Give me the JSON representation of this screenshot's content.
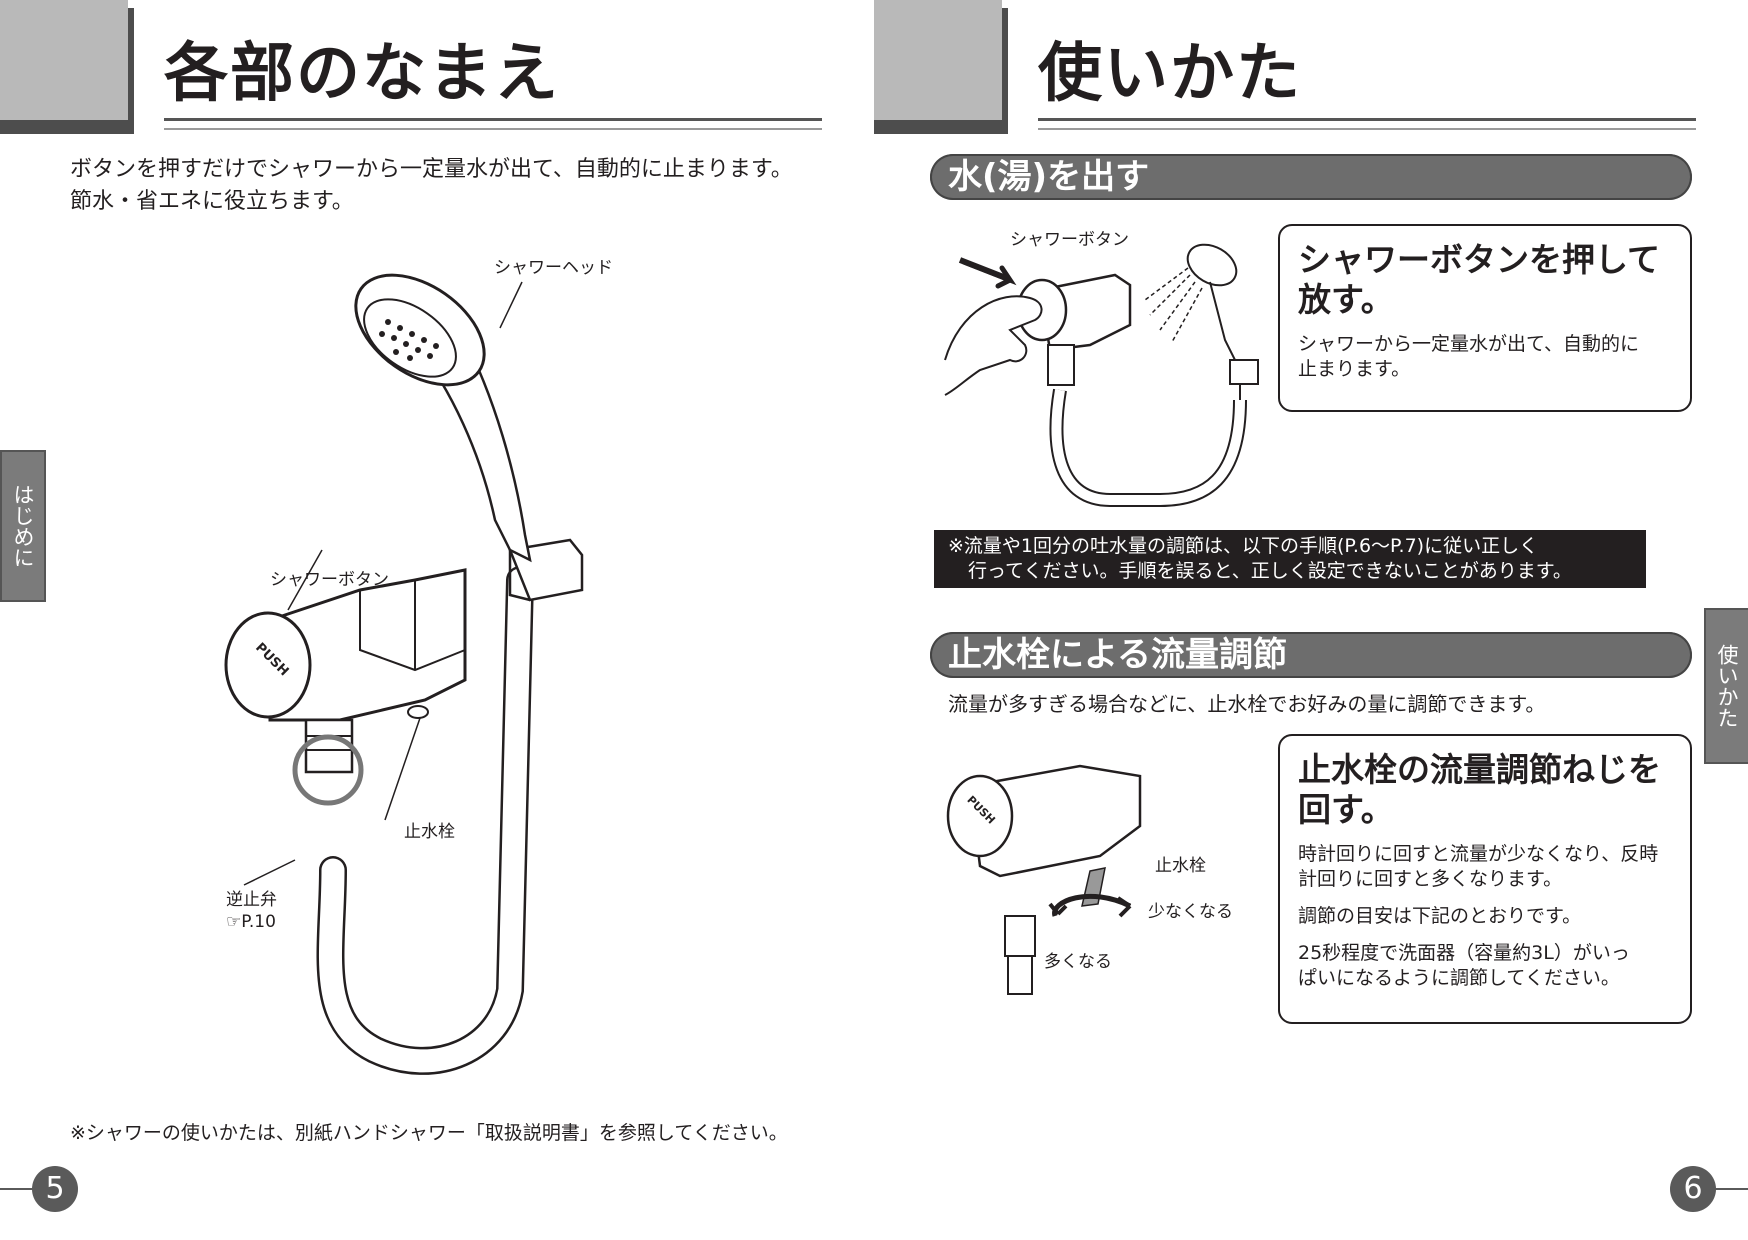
{
  "left_page": {
    "title": "各部のなまえ",
    "intro_line1": "ボタンを押すだけでシャワーから一定量水が出て、自動的に止まります。",
    "intro_line2": "節水・省エネに役立ちます。",
    "side_tab": "はじめに",
    "labels": {
      "shower_head": "シャワーヘッド",
      "shower_button": "シャワーボタン",
      "stop_valve": "止水栓",
      "check_valve": "逆止弁",
      "check_valve_ref": "P.10",
      "push": "PUSH"
    },
    "footnote": "※シャワーの使いかたは、別紙ハンドシャワー「取扱説明書」を参照してください。",
    "page_number": "5"
  },
  "right_page": {
    "title": "使いかた",
    "side_tab": "使いかた",
    "section1": {
      "heading": "水(湯)を出す",
      "illustration_label": "シャワーボタン",
      "box_title_line1": "シャワーボタンを押して",
      "box_title_line2": "放す。",
      "box_text_line1": "シャワーから一定量水が出て、自動的に",
      "box_text_line2": "止まります。"
    },
    "note": {
      "line1": "※流量や1回分の吐水量の調節は、以下の手順(P.6～P.7)に従い正しく",
      "line2": "行ってください。手順を誤ると、正しく設定できないことがあります。"
    },
    "section2": {
      "heading": "止水栓による流量調節",
      "intro": "流量が多すぎる場合などに、止水栓でお好みの量に調節できます。",
      "label_stop_valve": "止水栓",
      "label_less": "少なくなる",
      "label_more": "多くなる",
      "box_title_line1": "止水栓の流量調節ねじを",
      "box_title_line2": "回す。",
      "box_p1_line1": "時計回りに回すと流量が少なくなり、反時",
      "box_p1_line2": "計回りに回すと多くなります。",
      "box_p2": "調節の目安は下記のとおりです。",
      "box_p3_line1": "25秒程度で洗面器（容量約3L）がいっ",
      "box_p3_line2": "ぱいになるように調節してください。"
    },
    "page_number": "6"
  },
  "colors": {
    "text": "#231f20",
    "gray_block": "#b9b9b9",
    "section_bar": "#6d6d6d",
    "tab": "#7b7b7b"
  }
}
